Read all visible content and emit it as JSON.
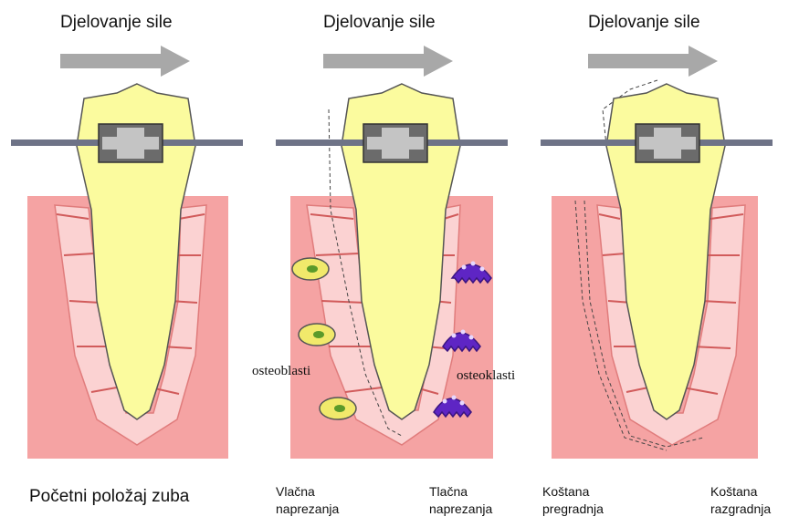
{
  "panels": [
    {
      "force_title": "Djelovanje sile",
      "caption": "Početni položaj zuba"
    },
    {
      "force_title": "Djelovanje sile",
      "caption_left": [
        "Vlačna",
        "naprezanja"
      ],
      "caption_right": [
        "Tlačna",
        "naprezanja"
      ],
      "cell_label_left": "osteoblasti",
      "cell_label_right": "osteoklasti"
    },
    {
      "force_title": "Djelovanje sile",
      "caption_left": [
        "Koštana",
        "pregradnja"
      ],
      "caption_right": [
        "Koštana",
        "razgradnja"
      ]
    }
  ],
  "colors": {
    "bone": "#f5a3a3",
    "ligament": "#fbd2d2",
    "tooth": "#fbfb9e",
    "wire": "#6e7387",
    "bracket": "#6b6b6b",
    "arrow": "#a8a8a8",
    "osteoblast": "#f1e96b",
    "osteoclast": "#5e25c4"
  }
}
